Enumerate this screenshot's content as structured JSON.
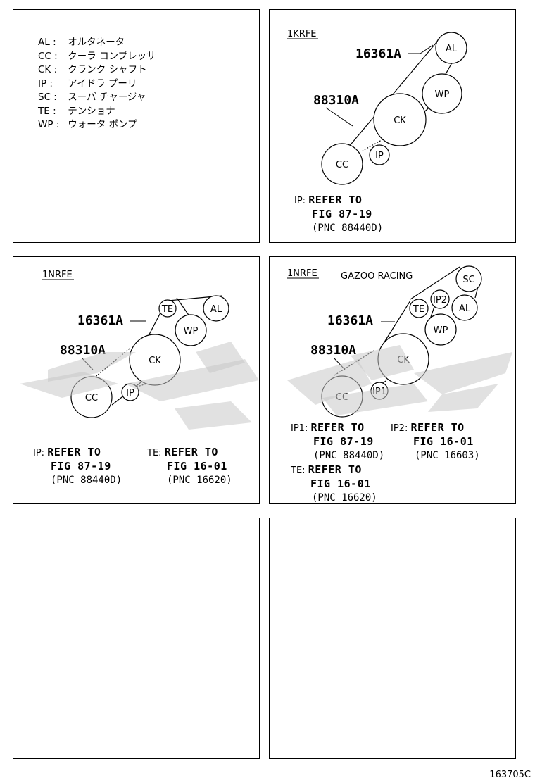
{
  "legend": [
    {
      "code": "AL",
      "desc": "オルタネータ"
    },
    {
      "code": "CC",
      "desc": "クーラ コンプレッサ"
    },
    {
      "code": "CK",
      "desc": "クランク シャフト"
    },
    {
      "code": "IP",
      "desc": "アイドラ プーリ"
    },
    {
      "code": "SC",
      "desc": "スーパ チャージャ"
    },
    {
      "code": "TE",
      "desc": "テンショナ"
    },
    {
      "code": "WP",
      "desc": "ウォータ ポンプ"
    }
  ],
  "legend_sep": ":",
  "p2": {
    "engine": "1KRFE",
    "part_belt": "16361A",
    "part_damper": "88310A",
    "pulleys": {
      "al": "AL",
      "wp": "WP",
      "ck": "CK",
      "cc": "CC",
      "ip": "IP"
    },
    "ref": {
      "label": "IP:",
      "refer": "REFER TO",
      "fig": "FIG 87-19",
      "pnc": "(PNC 88440D)"
    }
  },
  "p3": {
    "engine": "1NRFE",
    "part_belt": "16361A",
    "part_damper": "88310A",
    "pulleys": {
      "te": "TE",
      "al": "AL",
      "wp": "WP",
      "ck": "CK",
      "cc": "CC",
      "ip": "IP"
    },
    "ref_ip": {
      "label": "IP:",
      "refer": "REFER TO",
      "fig": "FIG 87-19",
      "pnc": "(PNC 88440D)"
    },
    "ref_te": {
      "label": "TE:",
      "refer": "REFER TO",
      "fig": "FIG 16-01",
      "pnc": "(PNC 16620)"
    }
  },
  "p4": {
    "engine": "1NRFE",
    "variant": "GAZOO RACING",
    "part_belt": "16361A",
    "part_damper": "88310A",
    "pulleys": {
      "sc": "SC",
      "ip2": "IP2",
      "te": "TE",
      "al": "AL",
      "wp": "WP",
      "ck": "CK",
      "cc": "CC",
      "ip1": "IP1"
    },
    "ref_ip1": {
      "label": "IP1:",
      "refer": "REFER TO",
      "fig": "FIG 87-19",
      "pnc": "(PNC 88440D)"
    },
    "ref_ip2": {
      "label": "IP2:",
      "refer": "REFER TO",
      "fig": "FIG 16-01",
      "pnc": "(PNC 16603)"
    },
    "ref_te": {
      "label": "TE:",
      "refer": "REFER TO",
      "fig": "FIG 16-01",
      "pnc": "(PNC 16620)"
    }
  },
  "footer": "163705C",
  "colors": {
    "line": "#000000",
    "watermark": "#c8c8c8",
    "background": "#ffffff"
  }
}
